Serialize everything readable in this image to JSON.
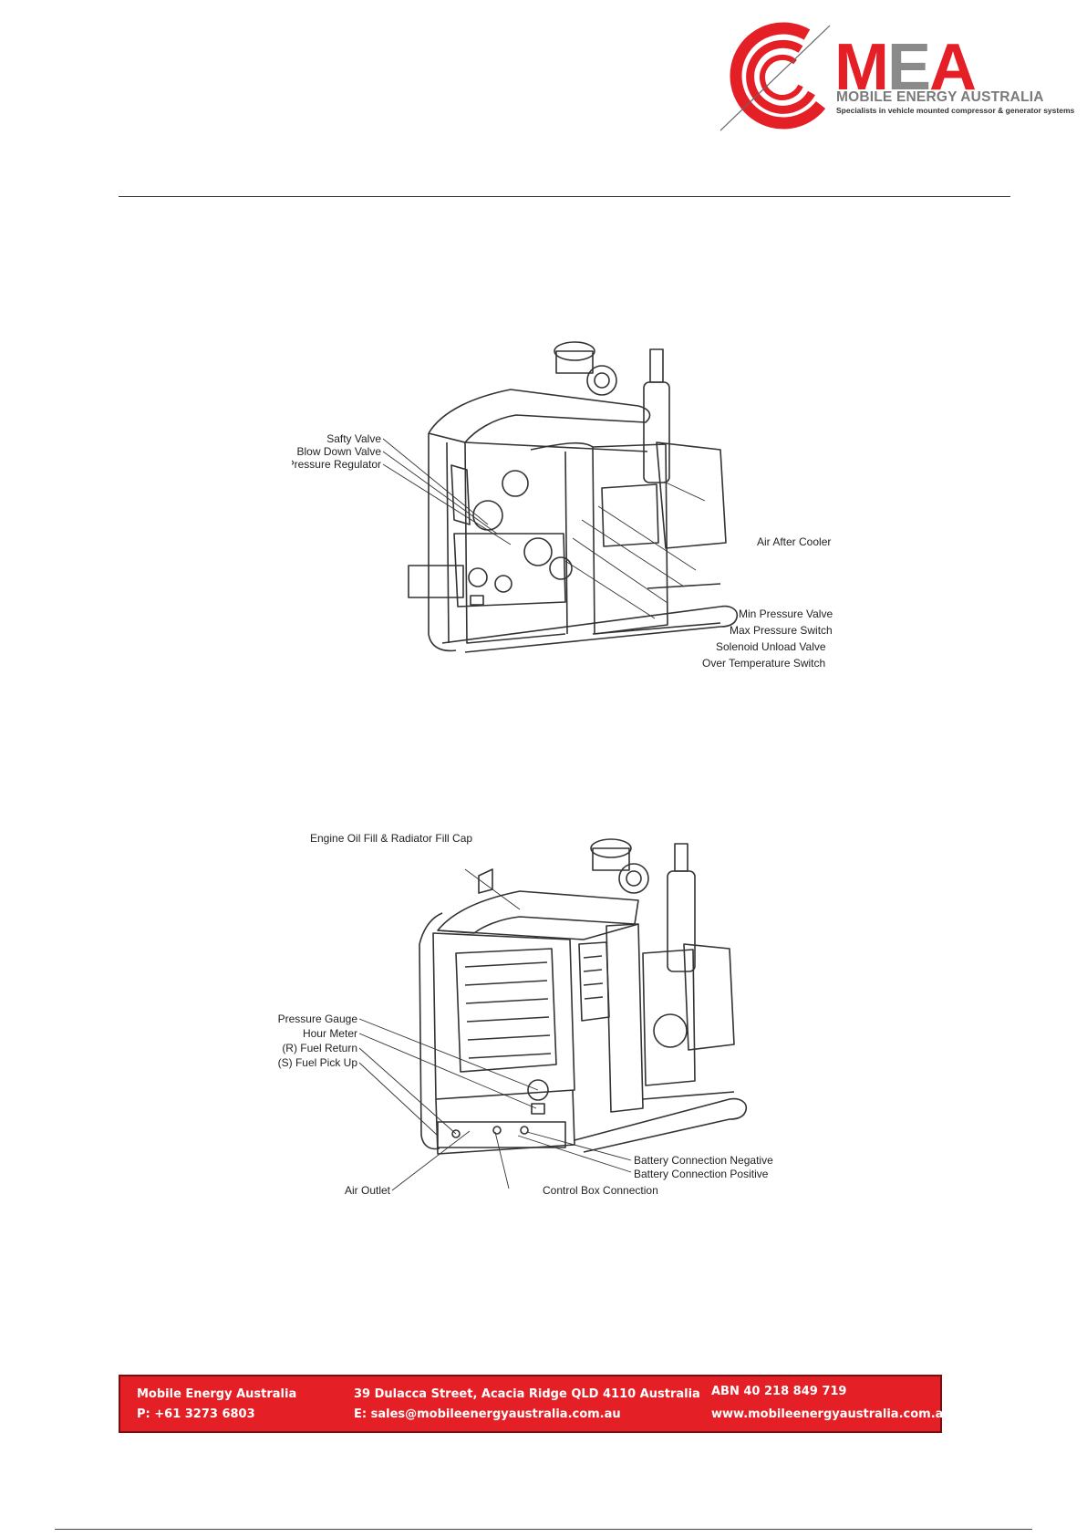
{
  "logo": {
    "mark": "MEA",
    "name": "MOBILE ENERGY AUSTRALIA",
    "tagline": "Specialists in vehicle mounted compressor & generator systems",
    "colors": {
      "red": "#e41f26",
      "gray": "#8a8a8a"
    }
  },
  "diagram1": {
    "labels": {
      "safety_valve": "Safty Valve",
      "blow_down_valve": "Blow Down Valve",
      "pressure_regulator": "Pressure Regulator",
      "air_after_cooler": "Air After Cooler",
      "min_pressure_valve": "Min Pressure Valve",
      "max_pressure_switch": "Max Pressure Switch",
      "solenoid_unload_valve": "Solenoid Unload Valve",
      "over_temperature_switch": "Over Temperature Switch"
    }
  },
  "diagram2": {
    "labels": {
      "engine_oil_fill": "Engine Oil Fill & Radiator Fill Cap",
      "pressure_gauge": "Pressure Gauge",
      "hour_meter": "Hour Meter",
      "fuel_return": "(R) Fuel Return",
      "fuel_pick_up": "(S) Fuel Pick Up",
      "battery_negative": "Battery Connection Negative",
      "battery_positive": "Battery Connection Positive",
      "air_outlet": "Air Outlet",
      "control_box_connection": "Control Box Connection"
    }
  },
  "footer": {
    "company": "Mobile Energy Australia",
    "phone": "P: +61 3273 6803",
    "address": "39 Dulacca Street, Acacia Ridge QLD 4110 Australia",
    "email": "E: sales@mobileenergyaustralia.com.au",
    "abn": "ABN 40 218 849 719",
    "website": "www.mobileenergyaustralia.com.au",
    "color": "#e41f26"
  }
}
